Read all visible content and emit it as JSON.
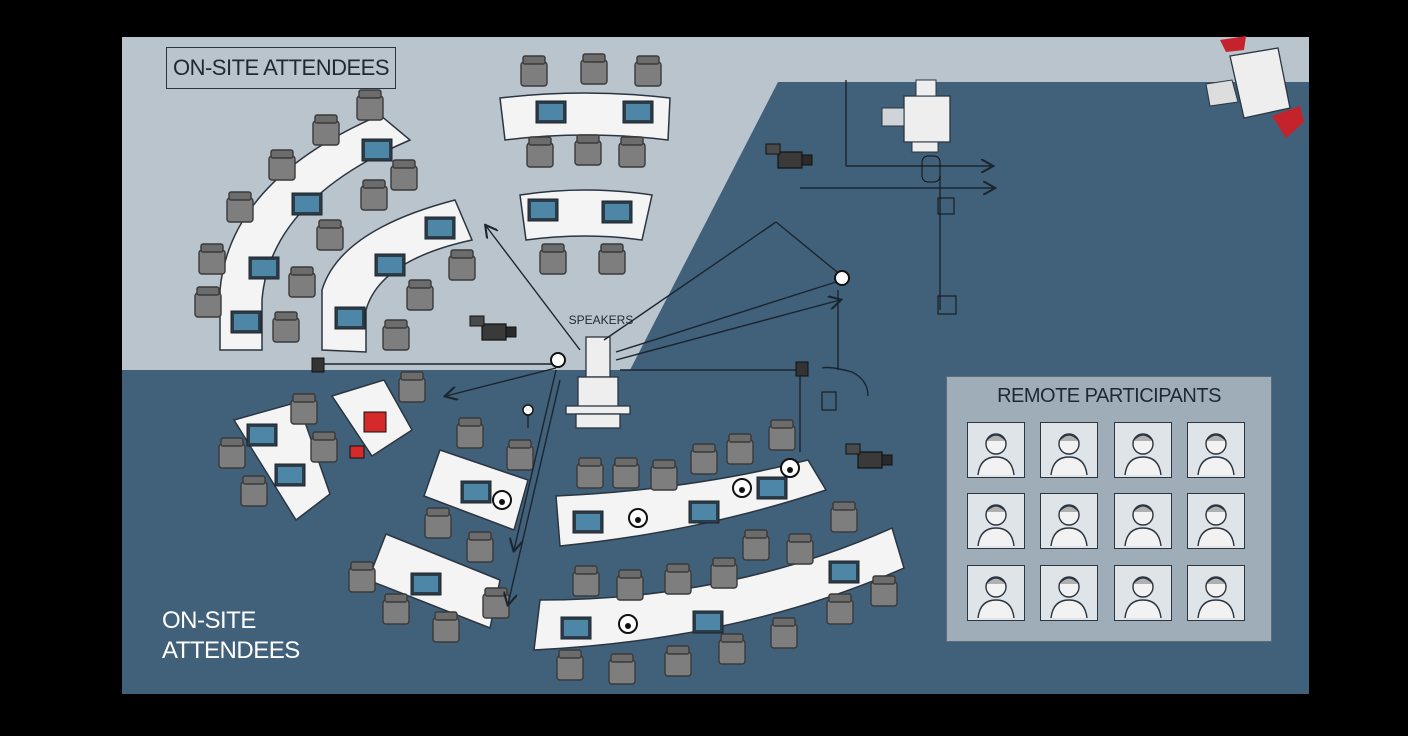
{
  "labels": {
    "onsite_top": "ON-SITE ATTENDEES",
    "onsite_bottom_line1": "ON-SITE",
    "onsite_bottom_line2": "ATTENDEES",
    "speakers": "SPEAKERS",
    "remote": "REMOTE PARTICIPANTS"
  },
  "colors": {
    "light_zone": "#b9c4cc",
    "dark_zone": "#416079",
    "table": "#f4f4f4",
    "chair": "#7e7e7e",
    "monitor": "#3f6f8a",
    "accent_red": "#d42a2a"
  },
  "remote_participants": [
    {
      "icon": "participant-avatar-icon"
    },
    {
      "icon": "participant-avatar-icon"
    },
    {
      "icon": "participant-avatar-icon"
    },
    {
      "icon": "participant-avatar-icon"
    },
    {
      "icon": "participant-avatar-icon"
    },
    {
      "icon": "participant-avatar-icon"
    },
    {
      "icon": "participant-avatar-icon"
    },
    {
      "icon": "participant-avatar-icon"
    },
    {
      "icon": "participant-avatar-icon"
    },
    {
      "icon": "participant-avatar-icon"
    },
    {
      "icon": "participant-avatar-icon"
    },
    {
      "icon": "participant-avatar-icon"
    }
  ]
}
